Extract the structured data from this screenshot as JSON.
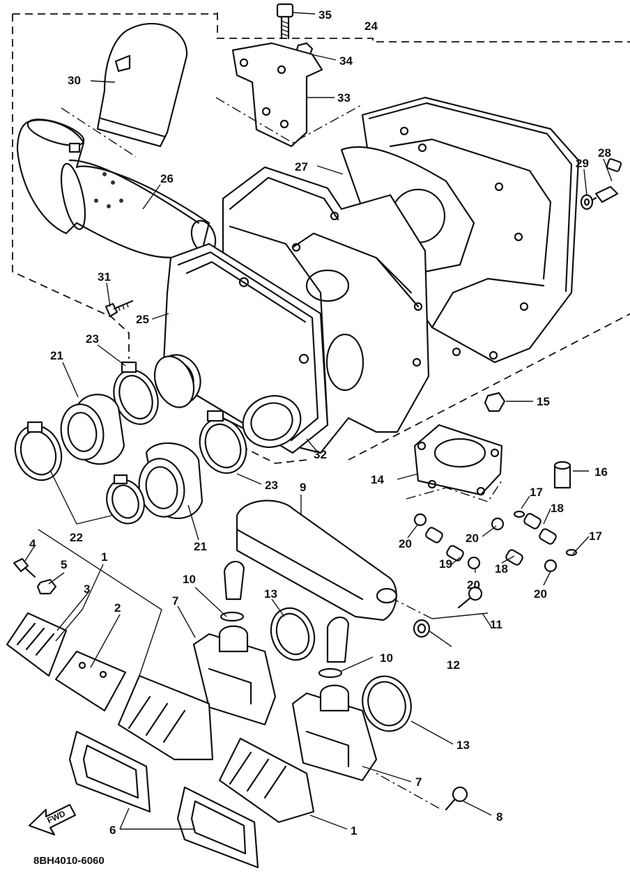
{
  "diagram": {
    "code": "8BH4010-6060",
    "fwd_label": "FWD",
    "callouts": [
      {
        "id": "c35",
        "text": "35"
      },
      {
        "id": "c24",
        "text": "24"
      },
      {
        "id": "c34",
        "text": "34"
      },
      {
        "id": "c30",
        "text": "30"
      },
      {
        "id": "c33",
        "text": "33"
      },
      {
        "id": "c27",
        "text": "27"
      },
      {
        "id": "c29",
        "text": "29"
      },
      {
        "id": "c28",
        "text": "28"
      },
      {
        "id": "c26",
        "text": "26"
      },
      {
        "id": "c31",
        "text": "31"
      },
      {
        "id": "c25",
        "text": "25"
      },
      {
        "id": "c23a",
        "text": "23"
      },
      {
        "id": "c21a",
        "text": "21"
      },
      {
        "id": "c15",
        "text": "15"
      },
      {
        "id": "c32",
        "text": "32"
      },
      {
        "id": "c23b",
        "text": "23"
      },
      {
        "id": "c16",
        "text": "16"
      },
      {
        "id": "c14",
        "text": "14"
      },
      {
        "id": "c9",
        "text": "9"
      },
      {
        "id": "c17a",
        "text": "17"
      },
      {
        "id": "c18a",
        "text": "18"
      },
      {
        "id": "c22",
        "text": "22"
      },
      {
        "id": "c21b",
        "text": "21"
      },
      {
        "id": "c20a",
        "text": "20"
      },
      {
        "id": "c20b",
        "text": "20"
      },
      {
        "id": "c17b",
        "text": "17"
      },
      {
        "id": "c4",
        "text": "4"
      },
      {
        "id": "c5",
        "text": "5"
      },
      {
        "id": "c1a",
        "text": "1"
      },
      {
        "id": "c19",
        "text": "19"
      },
      {
        "id": "c18b",
        "text": "18"
      },
      {
        "id": "c20c",
        "text": "20"
      },
      {
        "id": "c20d",
        "text": "20"
      },
      {
        "id": "c3",
        "text": "3"
      },
      {
        "id": "c10a",
        "text": "10"
      },
      {
        "id": "c13a",
        "text": "13"
      },
      {
        "id": "c2",
        "text": "2"
      },
      {
        "id": "c7a",
        "text": "7"
      },
      {
        "id": "c11",
        "text": "11"
      },
      {
        "id": "c12",
        "text": "12"
      },
      {
        "id": "c10b",
        "text": "10"
      },
      {
        "id": "c13b",
        "text": "13"
      },
      {
        "id": "c7b",
        "text": "7"
      },
      {
        "id": "c8",
        "text": "8"
      },
      {
        "id": "c6",
        "text": "6"
      },
      {
        "id": "c1b",
        "text": "1"
      }
    ]
  }
}
